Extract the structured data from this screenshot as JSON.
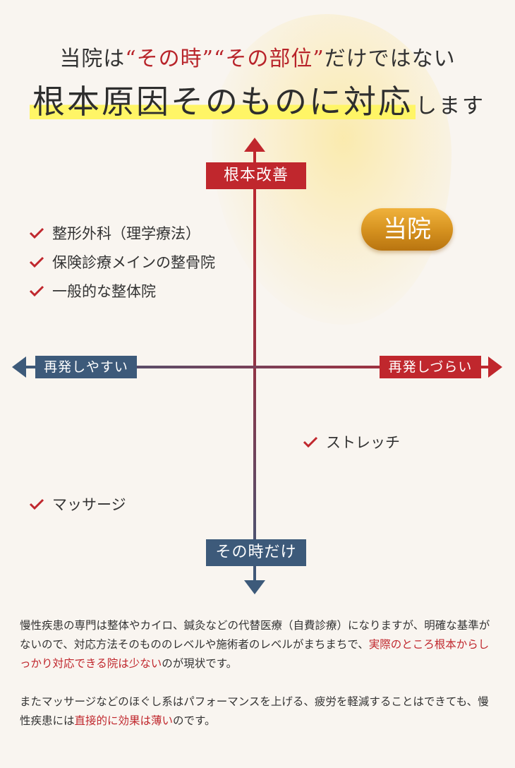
{
  "heading": {
    "line1_pre": "当院は",
    "line1_red1": "“その時”",
    "line1_red2": "“その部位”",
    "line1_post": "だけではない",
    "line2_highlight": "根本原因そのものに対応",
    "line2_small": "します"
  },
  "diagram": {
    "axis_top": "根本改善",
    "axis_bottom": "その時だけ",
    "axis_left": "再発しやすい",
    "axis_right": "再発しづらい",
    "badge": "当院",
    "items": [
      {
        "label": "整形外科（理学療法）"
      },
      {
        "label": "保険診療メインの整骨院"
      },
      {
        "label": "一般的な整体院"
      },
      {
        "label": "ストレッチ"
      },
      {
        "label": "マッサージ"
      }
    ],
    "colors": {
      "red": "#c0272d",
      "navy": "#3d5a7a",
      "gold": "#d4901e"
    }
  },
  "description": {
    "p1_pre": "慢性疾患の専門は整体やカイロ、鍼灸などの代替医療（自費診療）になりますが、明確な基準がないので、対応方法そのもののレベルや施術者のレベルがまちまちで、",
    "p1_red": "実際のところ根本からしっかり対応できる院は少ない",
    "p1_post": "のが現状です。",
    "p2_pre": "またマッサージなどのほぐし系はパフォーマンスを上げる、疲労を軽減することはできても、慢性疾患には",
    "p2_red": "直接的に効果は薄い",
    "p2_post": "のです。"
  }
}
